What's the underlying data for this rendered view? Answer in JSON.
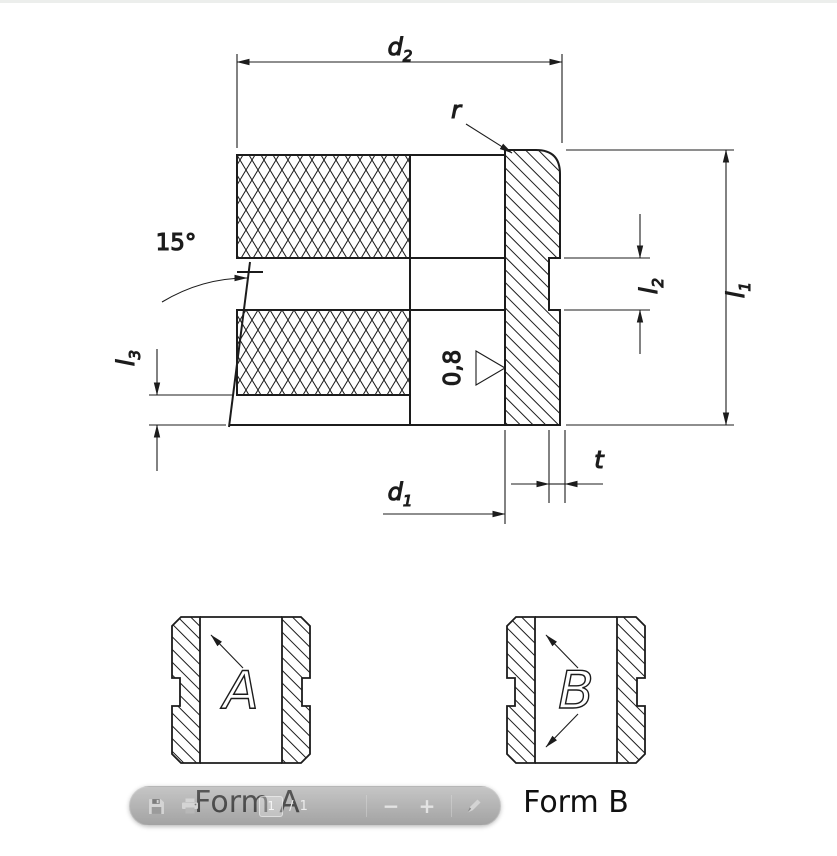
{
  "drawing": {
    "labels": {
      "d2": {
        "main": "d",
        "sub": "2"
      },
      "r": "r",
      "angle": "15°",
      "l1": {
        "main": "l",
        "sub": "1"
      },
      "l2": {
        "main": "l",
        "sub": "2"
      },
      "l3": {
        "main": "l",
        "sub": "3"
      },
      "roughness": "0,8",
      "t": "t",
      "d1": {
        "main": "d",
        "sub": "1"
      }
    },
    "forms": {
      "a": {
        "letter": "A",
        "caption": "Form A"
      },
      "b": {
        "letter": "B",
        "caption": "Form B"
      }
    },
    "colors": {
      "line": "#1c1c1c",
      "background": "#ffffff"
    }
  },
  "toolbar": {
    "page_current": "1",
    "page_separator": "/",
    "page_total": "1",
    "zoom_out_label": "−",
    "zoom_in_label": "+",
    "icons": [
      "save-icon",
      "print-icon",
      "pen-icon"
    ]
  }
}
